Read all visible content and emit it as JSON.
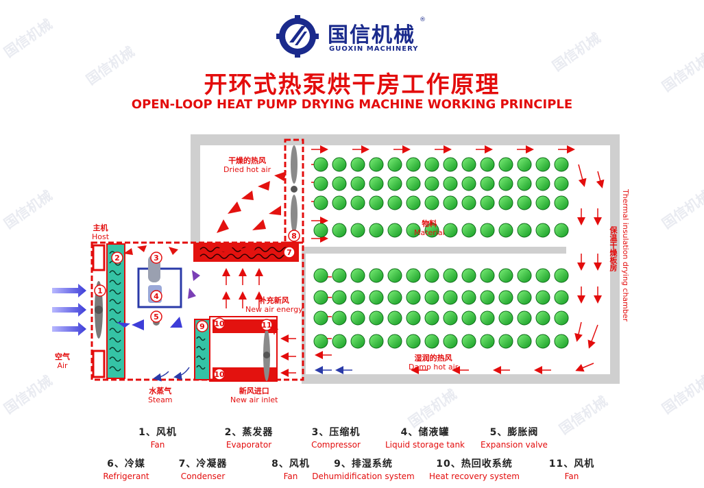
{
  "logo": {
    "name_cn": "国信机械",
    "name_en": "GUOXIN MACHINERY",
    "registered": "®"
  },
  "title": {
    "cn": "开环式热泵烘干房工作原理",
    "en": "OPEN-LOOP HEAT PUMP DRYING MACHINE WORKING PRINCIPLE"
  },
  "labels": {
    "host_cn": "主机",
    "host_en": "Host",
    "air_cn": "空气",
    "air_en": "Air",
    "steam_cn": "水蒸气",
    "steam_en": "Steam",
    "new_air_inlet_cn": "新风进口",
    "new_air_inlet_en": "New air inlet",
    "new_air_energy_cn": "补充新风",
    "new_air_energy_en": "New air energy",
    "dried_hot_air_cn": "干燥的热风",
    "dried_hot_air_en": "Dried hot air",
    "material_cn": "物料",
    "material_en": "Material",
    "damp_hot_air_cn": "湿润的热风",
    "damp_hot_air_en": "Damp hot air",
    "chamber_cn": "保温干燥板房",
    "chamber_en": "Thermal insulation drying chamber"
  },
  "component_numbers": [
    "1",
    "2",
    "3",
    "4",
    "5",
    "7",
    "8",
    "9",
    "10",
    "10",
    "11"
  ],
  "legend": [
    {
      "cn": "1、风机",
      "en": "Fan"
    },
    {
      "cn": "2、蒸发器",
      "en": "Evaporator"
    },
    {
      "cn": "3、压缩机",
      "en": "Compressor"
    },
    {
      "cn": "4、储液罐",
      "en": "Liquid storage tank"
    },
    {
      "cn": "5、膨胀阀",
      "en": "Expansion valve"
    },
    {
      "cn": "6、冷媒",
      "en": "Refrigerant"
    },
    {
      "cn": "7、冷凝器",
      "en": "Condenser"
    },
    {
      "cn": "8、风机",
      "en": "Fan"
    },
    {
      "cn": "9、排湿系统",
      "en": "Dehumidification system"
    },
    {
      "cn": "10、热回收系统",
      "en": "Heat recovery system"
    },
    {
      "cn": "11、风机",
      "en": "Fan"
    }
  ],
  "watermark": "国信机械",
  "colors": {
    "red": "#e30c0c",
    "blue": "#1a2a8c",
    "green": "#27c43a",
    "teal": "#2ec4a8",
    "purple": "#7a3fb5",
    "gray": "#c8c8c8"
  }
}
